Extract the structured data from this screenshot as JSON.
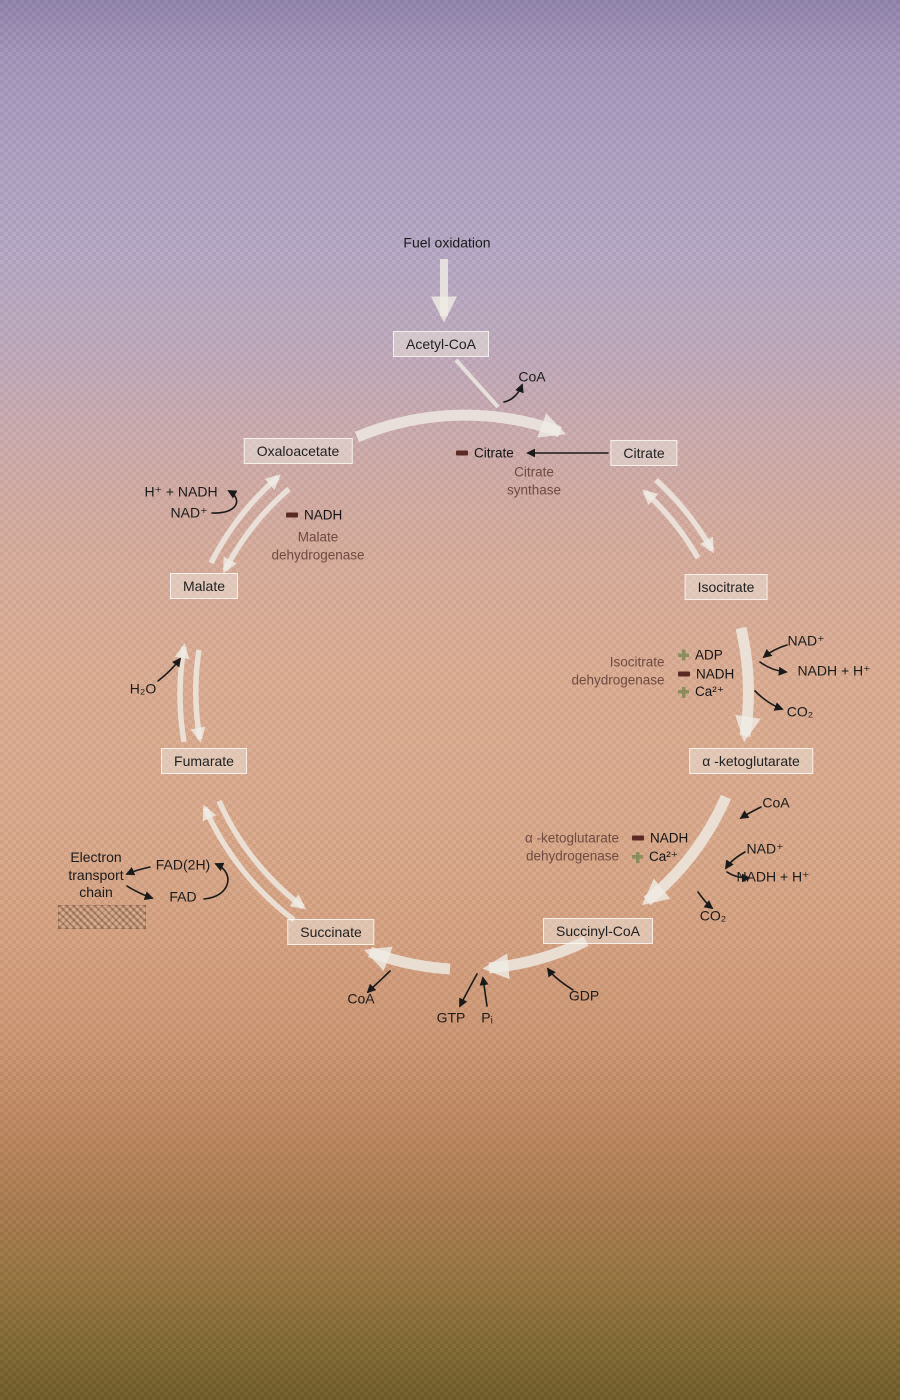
{
  "header": {
    "fuel_oxidation": "Fuel oxidation"
  },
  "nodes": {
    "acetyl_coa": "Acetyl-CoA",
    "oxaloacetate": "Oxaloacetate",
    "citrate": "Citrate",
    "isocitrate": "Isocitrate",
    "alpha_ketoglutarate": "α -ketoglutarate",
    "succinyl_coa": "Succinyl-CoA",
    "succinate": "Succinate",
    "fumarate": "Fumarate",
    "malate": "Malate"
  },
  "enzymes": {
    "citrate_synthase": "Citrate\nsynthase",
    "isocitrate_dh": "Isocitrate\ndehydrogenase",
    "akg_dh": "α -ketoglutarate\ndehydrogenase",
    "malate_dh": "Malate\ndehydrogenase"
  },
  "cofactors": {
    "coa_top": "CoA",
    "nad_iso": "NAD⁺",
    "nadh_iso": "NADH + H⁺",
    "co2_iso": "CO₂",
    "coa_akg": "CoA",
    "nad_akg": "NAD⁺",
    "nadh_akg": "NADH + H⁺",
    "co2_akg": "CO₂",
    "gdp": "GDP",
    "gtp": "GTP",
    "pi": "Pᵢ",
    "coa_succinate": "CoA",
    "fadh2": "FAD(2H)",
    "fad": "FAD",
    "etc": "Electron\ntransport\nchain",
    "h2o": "H₂O",
    "nad_malate": "NAD⁺",
    "nadh_malate": "H⁺ + NADH"
  },
  "regulators": {
    "citrate_inhibitor": "Citrate",
    "idh_adp": "ADP",
    "idh_nadh": "NADH",
    "idh_ca": "Ca²⁺",
    "akgdh_nadh": "NADH",
    "akgdh_ca": "Ca²⁺",
    "mdh_nadh": "NADH"
  },
  "colors": {
    "ring_arrow": "#efebe4",
    "enzyme_text": "#6e4a40",
    "inhibitor_marker": "#5a2a25",
    "activator_marker": "#8c8d5e",
    "label_text": "#1a1a1a"
  }
}
